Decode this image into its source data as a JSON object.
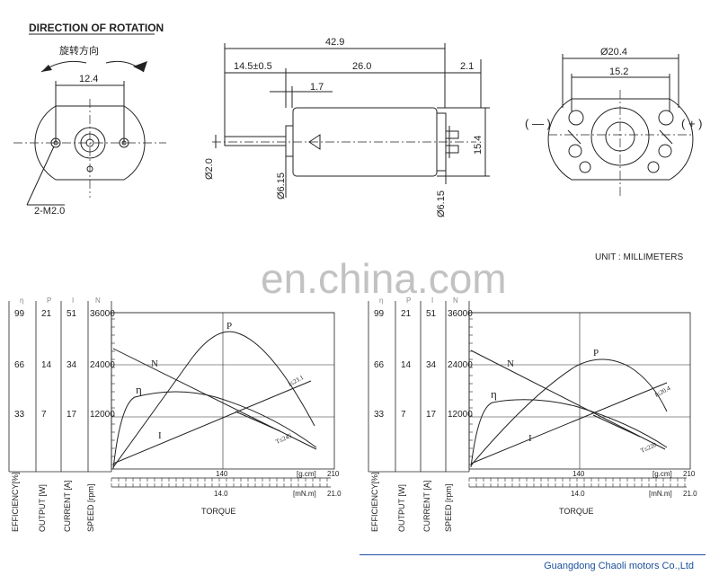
{
  "title": "DIRECTION OF ROTATION",
  "rotation_cn": "旋转方向",
  "unit_note": "UNIT : MILLIMETERS",
  "watermark": "en.china.com",
  "company": "Guangdong Chaoli motors Co.,Ltd",
  "colors": {
    "line": "#222222",
    "brand": "#1a4f9c",
    "watermark": "#b8b8b8"
  },
  "front_view": {
    "width": "12.4",
    "hole_note": "2-M2.0"
  },
  "side_view": {
    "overall": "42.9",
    "shaft": "14.5±0.5",
    "body": "26.0",
    "terminal": "2.1",
    "boss": "1.7",
    "shaft_dia": "Ø2.0",
    "boss_dia": "Ø6.15",
    "end_dia": "Ø6.15",
    "height": "15.4"
  },
  "rear_view": {
    "dia": "Ø20.4",
    "width": "15.2",
    "minus": "( — )",
    "plus": "( + )"
  },
  "charts": [
    {
      "axes_top": [
        {
          "sym": "η",
          "max": "99",
          "mid": "66",
          "low": "33"
        },
        {
          "sym": "P",
          "max": "21",
          "mid": "14",
          "low": "7"
        },
        {
          "sym": "I",
          "max": "51",
          "mid": "34",
          "low": "17"
        },
        {
          "sym": "N",
          "max": "36000",
          "mid": "24000",
          "low": "12000"
        }
      ],
      "axis_titles": [
        "EFFICIENCY[%]",
        "OUTPUT  [W]",
        "CURRENT  [A]",
        "SPEED  [rpm]"
      ],
      "x_ticks_gcm": [
        "140",
        "210"
      ],
      "x_unit_gcm": "[g.cm]",
      "x_ticks_mnm": [
        "14.0",
        "21.0"
      ],
      "x_unit_mnm": "[mN.m]",
      "x_title": "TORQUE",
      "curve_labels": {
        "N": "N",
        "P": "P",
        "eta": "η",
        "I": "I"
      },
      "end_labels": {
        "I": "I≤23.1",
        "N": "T≤245"
      }
    },
    {
      "axes_top": [
        {
          "sym": "η",
          "max": "99",
          "mid": "66",
          "low": "33"
        },
        {
          "sym": "P",
          "max": "21",
          "mid": "14",
          "low": "7"
        },
        {
          "sym": "I",
          "max": "51",
          "mid": "34",
          "low": "17"
        },
        {
          "sym": "N",
          "max": "36000",
          "mid": "24000",
          "low": "12000"
        }
      ],
      "axis_titles": [
        "EFFICIENCY[%]",
        "OUTPUT  [W]",
        "CURRENT  [A]",
        "SPEED  [rpm]"
      ],
      "x_ticks_gcm": [
        "140",
        "210"
      ],
      "x_unit_gcm": "[g.cm]",
      "x_ticks_mnm": [
        "14.0",
        "21.0"
      ],
      "x_unit_mnm": "[mN.m]",
      "x_title": "TORQUE",
      "curve_labels": {
        "N": "N",
        "P": "P",
        "eta": "η",
        "I": "I"
      },
      "end_labels": {
        "I": "I≤20.4",
        "N": "T≤220"
      }
    }
  ]
}
